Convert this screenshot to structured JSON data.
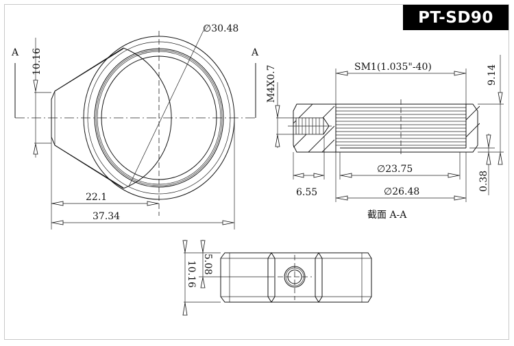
{
  "title": "PT-SD90",
  "front_view": {
    "section_marker_left": "A",
    "section_marker_right": "A",
    "dim_diameter": "∅30.48",
    "dim_height": "10.16",
    "dim_center_offset": "22.1",
    "dim_total_length": "37.34"
  },
  "section_view": {
    "caption": "截面  A-A",
    "thread_label": "SM1(1.035\"-40)",
    "tap_label": "M4X0.7",
    "dim_thickness": "9.14",
    "dim_step": "0.38",
    "dim_inner_diameter": "∅23.75",
    "dim_outer_diameter": "∅26.48",
    "dim_tap_depth": "6.55"
  },
  "bottom_view": {
    "dim_half_width": "5.08",
    "dim_width": "10.16"
  }
}
